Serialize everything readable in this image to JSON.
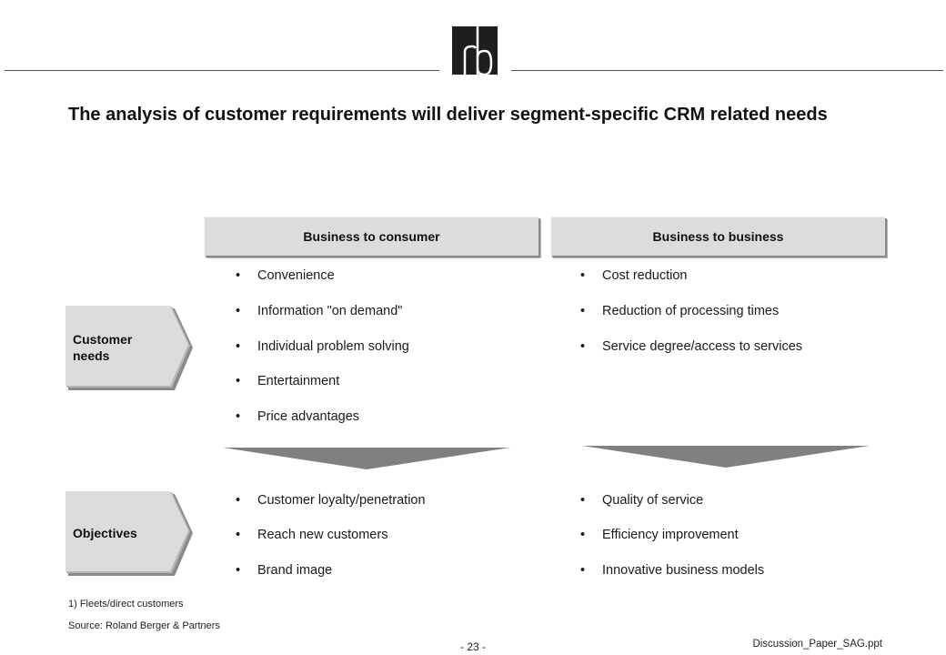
{
  "header": {
    "logo_text": "rb",
    "title": "The analysis of customer requirements will deliver segment-specific CRM related needs"
  },
  "columns": {
    "b2c_label": "Business to consumer",
    "b2b_label": "Business to business"
  },
  "rows": {
    "needs_label": "Customer needs",
    "objectives_label": "Objectives"
  },
  "b2c_needs": [
    "Convenience",
    "Information \"on demand\"",
    "Individual problem solving",
    "Entertainment",
    "Price advantages"
  ],
  "b2b_needs": [
    "Cost reduction",
    "Reduction of processing times",
    "Service degree/access to services"
  ],
  "b2c_objectives": [
    "Customer loyalty/penetration",
    "Reach new customers",
    "Brand image"
  ],
  "b2b_objectives": [
    "Quality of service",
    "Efficiency improvement",
    "Innovative business models"
  ],
  "footer": {
    "footnote": "1) Fleets/direct customers",
    "source": "Source: Roland Berger & Partners",
    "page_number": "- 23 -",
    "filename": "Discussion_Paper_SAG.ppt"
  },
  "colors": {
    "box_fill": "#dcdcdc",
    "arrow_fill": "#808080",
    "rule": "#555555"
  }
}
